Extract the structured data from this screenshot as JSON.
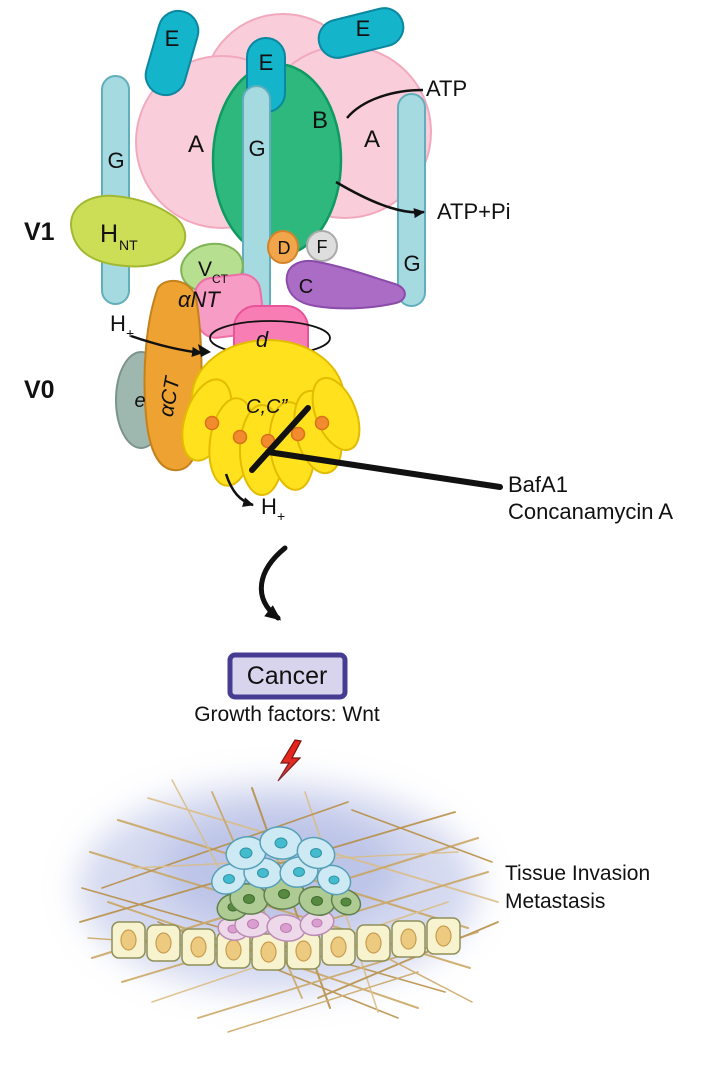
{
  "figure": {
    "v1": "V1",
    "v0": "V0",
    "atp": "ATP",
    "atp_pi": "ATP+Pi",
    "sub_a_left": "A",
    "sub_a_right": "A",
    "sub_b": "B",
    "sub_e_left": "E",
    "sub_e_center": "E",
    "sub_e_right": "E",
    "sub_g_left": "G",
    "sub_g_center": "G",
    "sub_g_right": "G",
    "sub_h": "H",
    "sub_h_sub": "NT",
    "sub_v": "V",
    "sub_v_sub": "CT",
    "alpha_nt": "αNT",
    "alpha_ct": "αCT",
    "sub_d_upper": "D",
    "sub_f": "F",
    "sub_c": "C",
    "sub_d_lower": "d",
    "sub_e_lower": "e",
    "c_ring": "C,C”",
    "proton_h": "H",
    "proton_plus": "+",
    "inhibitor1": "BafA1",
    "inhibitor2": "Concanamycin A"
  },
  "pathway": {
    "cancer": "Cancer",
    "growth": "Growth factors: Wnt",
    "tissue1": "Tissue Invasion",
    "tissue2": "Metastasis"
  },
  "colors": {
    "pink_a": "#F9CEDA",
    "green_b": "#2FB87E",
    "teal_e": "#14B4CB",
    "cyan_g": "#A5DAE1",
    "hnt_green": "#CCDE55",
    "vct_green": "#B7DF90",
    "ant_pink": "#F79CC4",
    "d_pink": "#F97DB5",
    "c_purple": "#AA6CC4",
    "v0_yellow": "#FFE11E",
    "act_orange": "#EDA231",
    "e_gray": "#9EB7AF",
    "proton_dot_orange": "#F28A2E",
    "cancer_border": "#463D93",
    "cancer_fill": "#D9D4ED",
    "bolt_red": "#E5251C",
    "fiber_tan": "#C7A158",
    "cell_blue": "#CDEAF4",
    "cell_green": "#AECB94",
    "cell_pink": "#EED9EA",
    "cell_yellow": "#F8F3CF"
  }
}
